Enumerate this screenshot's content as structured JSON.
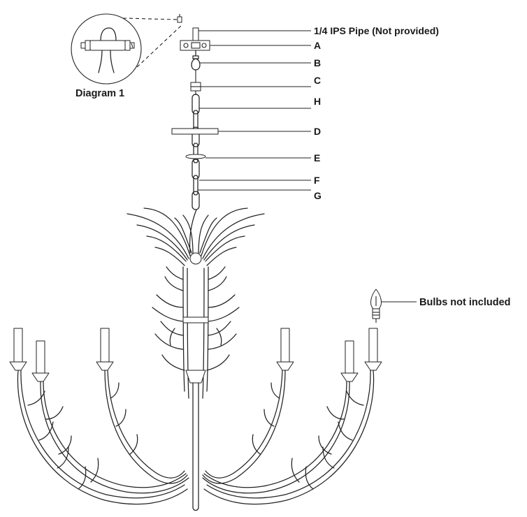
{
  "labels": {
    "pipe": "1/4 IPS Pipe (Not provided)",
    "A": "A",
    "B": "B",
    "C": "C",
    "H": "H",
    "D": "D",
    "E": "E",
    "F": "F",
    "G": "G",
    "bulbs": "Bulbs not included",
    "diagram1": "Diagram 1"
  },
  "colors": {
    "line": "#222222",
    "background": "#ffffff"
  }
}
